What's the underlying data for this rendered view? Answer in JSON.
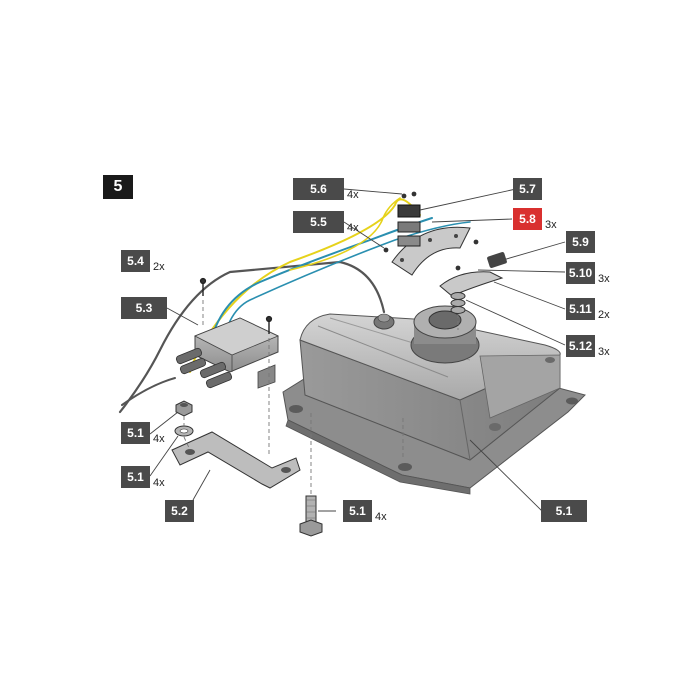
{
  "step_number": "5",
  "colors": {
    "label_bg": "#4a4a4a",
    "highlight_bg": "#d9302f",
    "label_text": "#ffffff",
    "cable_yellow": "#e6d21a",
    "cable_blue": "#2a8fb0",
    "part_grey": "#b6b6b6"
  },
  "callouts": [
    {
      "id": "5.1",
      "qty": "",
      "highlight": false,
      "target": "operator-housing"
    },
    {
      "id": "5.1",
      "qty": "4x",
      "highlight": false,
      "target": "mounting-nut"
    },
    {
      "id": "5.1",
      "qty": "4x",
      "highlight": false,
      "target": "washer"
    },
    {
      "id": "5.1",
      "qty": "4x",
      "highlight": false,
      "target": "hex-bolt"
    },
    {
      "id": "5.2",
      "qty": "",
      "highlight": false,
      "target": "mounting-bracket"
    },
    {
      "id": "5.3",
      "qty": "",
      "highlight": false,
      "target": "junction-box"
    },
    {
      "id": "5.4",
      "qty": "2x",
      "highlight": false,
      "target": "junction-box-screw"
    },
    {
      "id": "5.5",
      "qty": "4x",
      "highlight": false,
      "target": "small-screw"
    },
    {
      "id": "5.6",
      "qty": "4x",
      "highlight": false,
      "target": "terminal-screw"
    },
    {
      "id": "5.7",
      "qty": "",
      "highlight": false,
      "target": "terminal-block"
    },
    {
      "id": "5.8",
      "qty": "3x",
      "highlight": true,
      "target": "limit-switch"
    },
    {
      "id": "5.9",
      "qty": "",
      "highlight": false,
      "target": "switch-carrier"
    },
    {
      "id": "5.10",
      "qty": "3x",
      "highlight": false,
      "target": "carrier-screw"
    },
    {
      "id": "5.11",
      "qty": "2x",
      "highlight": false,
      "target": "cam-plate"
    },
    {
      "id": "5.12",
      "qty": "3x",
      "highlight": false,
      "target": "spacer-washer"
    }
  ]
}
